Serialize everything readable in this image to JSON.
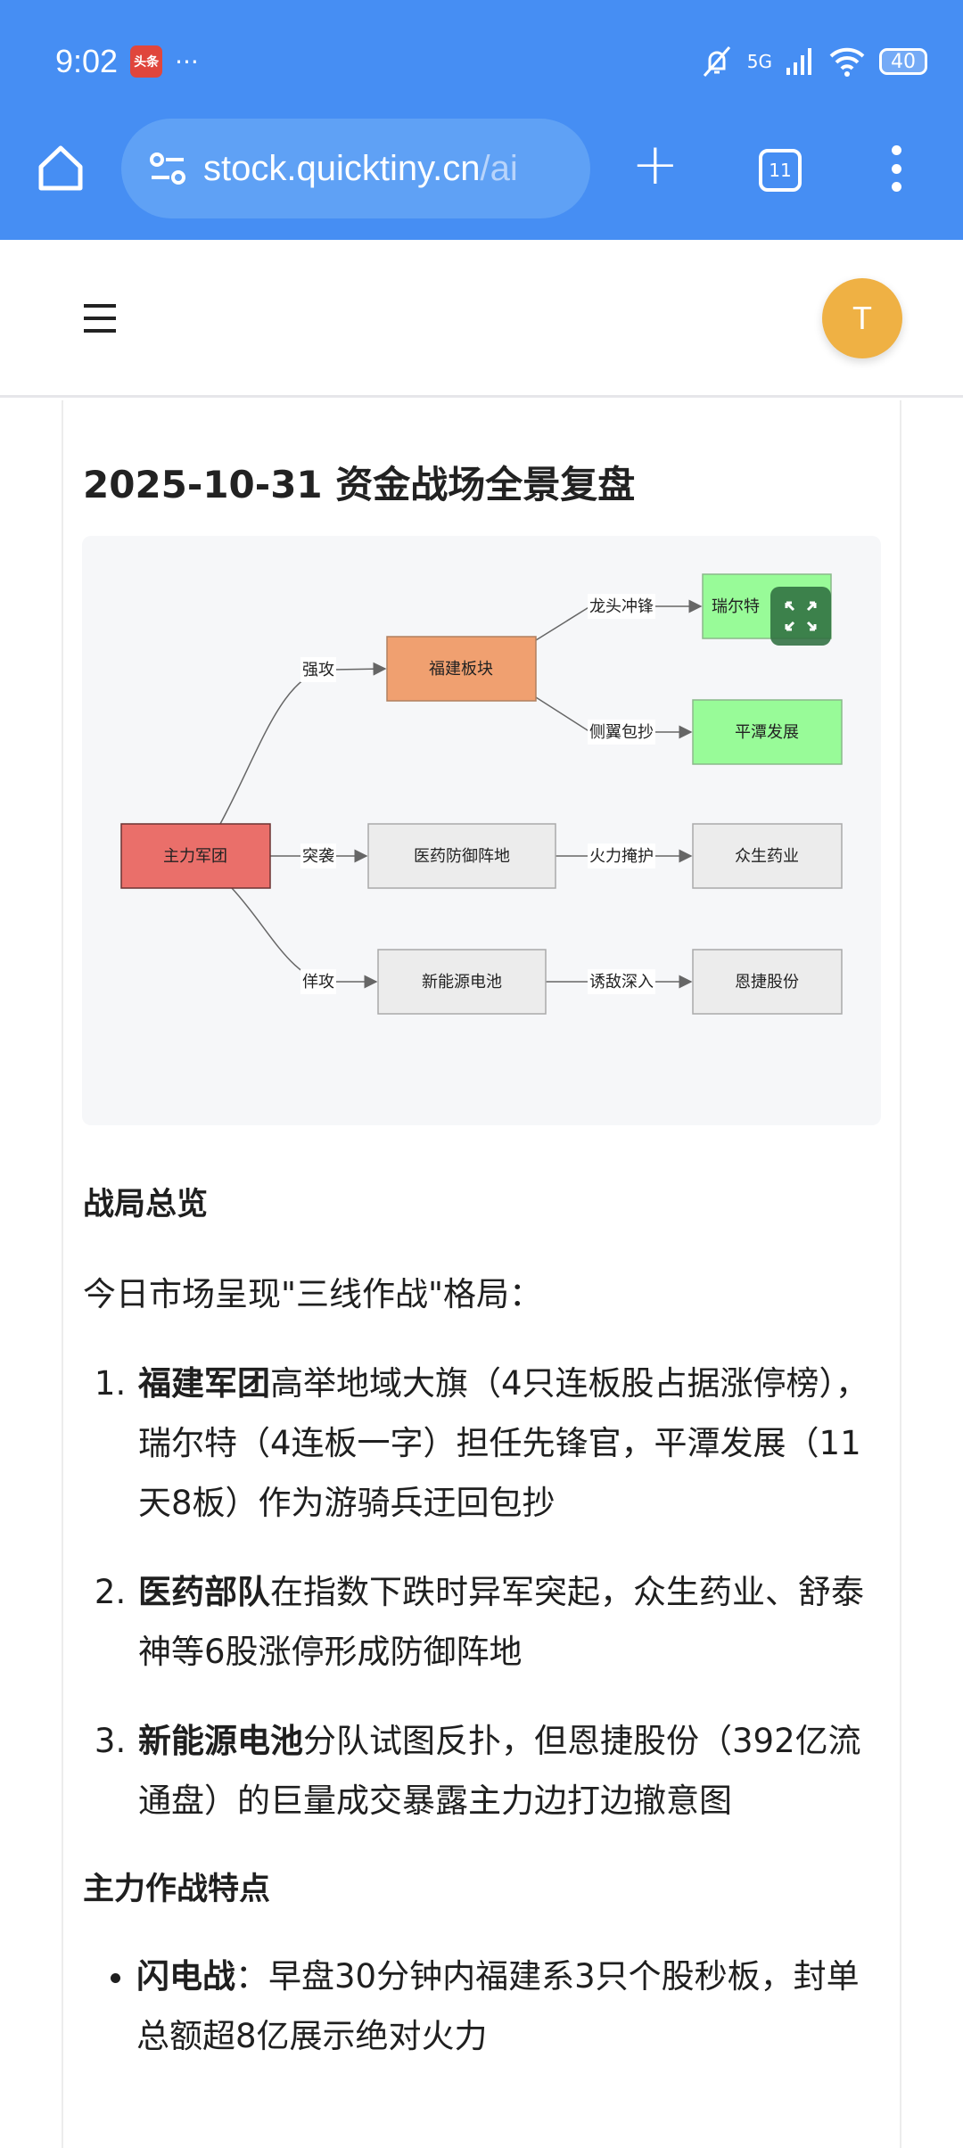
{
  "status_bar": {
    "time": "9:02",
    "app_badge": "头条",
    "more": "···",
    "network": "5G",
    "battery": "40"
  },
  "browser": {
    "url_host": "stock.quicktiny.cn",
    "url_path": "/ai",
    "tab_count": "11"
  },
  "nav": {
    "avatar_letter": "T"
  },
  "article": {
    "title": "2025-10-31 资金战场全景复盘",
    "diagram": {
      "nodes": {
        "main": "主力军团",
        "fujian": "福建板块",
        "ruierte": "瑞尔特",
        "pingtan": "平潭发展",
        "yiyao": "医药防御阵地",
        "zhongsheng": "众生药业",
        "xinnengyuan": "新能源电池",
        "enjie": "恩捷股份"
      },
      "edges": {
        "qianggong": "强攻",
        "tuxi": "突袭",
        "yanggong": "佯攻",
        "longtou": "龙头冲锋",
        "ceyi": "侧翼包抄",
        "huoli": "火力掩护",
        "youdi": "诱敌深入"
      },
      "colors": {
        "main": "#ea6f6a",
        "fujian": "#f0a070",
        "green": "#98fb98",
        "gray": "#ececec"
      }
    },
    "section1": {
      "heading": "战局总览",
      "intro": "今日市场呈现\"三线作战\"格局：",
      "items": [
        {
          "bold": "福建军团",
          "text": "高举地域大旗（4只连板股占据涨停榜），瑞尔特（4连板一字）担任先锋官，平潭发展（11天8板）作为游骑兵迂回包抄"
        },
        {
          "bold": "医药部队",
          "text": "在指数下跌时异军突起，众生药业、舒泰神等6股涨停形成防御阵地"
        },
        {
          "bold": "新能源电池",
          "text": "分队试图反扑，但恩捷股份（392亿流通盘）的巨量成交暴露主力边打边撤意图"
        }
      ]
    },
    "section2": {
      "heading": "主力作战特点",
      "items": [
        {
          "bold": "闪电战",
          "text": "：早盘30分钟内福建系3只个股秒板，封单总额超8亿展示绝对火力"
        }
      ]
    }
  }
}
